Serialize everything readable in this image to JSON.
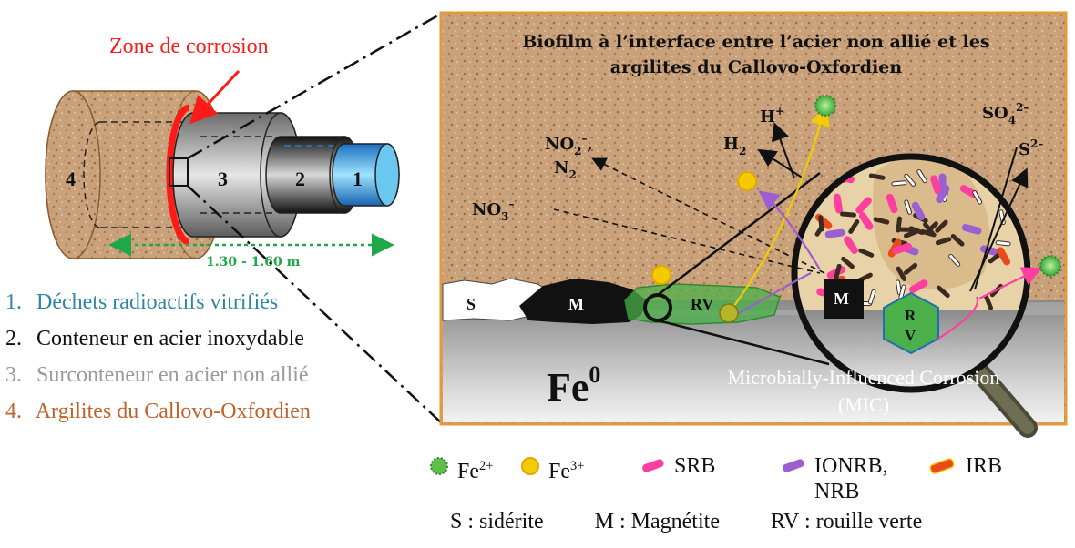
{
  "left_panel": {
    "zone_label": "Zone de corrosion",
    "distance_label": "1.30 - 1.60 m",
    "layers": [
      "1",
      "2",
      "3",
      "4"
    ],
    "legend": [
      {
        "num": "1.",
        "text": "Déchets radioactifs vitrifiés",
        "color": "#2e86a6"
      },
      {
        "num": "2.",
        "text": "Conteneur en acier inoxydable",
        "color": "#111111"
      },
      {
        "num": "3.",
        "text": "Surconteneur en acier non allié",
        "color": "#9a9a9a"
      },
      {
        "num": "4.",
        "text": "Argilites du Callovo-Oxfordien",
        "color": "#c0622a"
      }
    ]
  },
  "right_panel": {
    "title_line1": "Biofilm à l’interface entre l’acier non allié et les",
    "title_line2": "argilites du Callovo-Oxfordien",
    "species": {
      "no2": "NO",
      "no2_sub": "2",
      "no2_sup": "–",
      "no2_comma": ",",
      "n2": "N",
      "n2_sub": "2",
      "no3": "NO",
      "no3_sub": "3",
      "no3_sup": "–",
      "hplus": "H",
      "hplus_sup": "+",
      "h2": "H",
      "h2_sub": "2",
      "so4": "SO",
      "so4_sub": "4",
      "so4_sup": "2–",
      "s2": "S",
      "s2_sup": "2–"
    },
    "products": {
      "s": "S",
      "m": "M",
      "rv": "RV",
      "m_zoom": "M",
      "rv_zoom_r": "R",
      "rv_zoom_v": "V"
    },
    "fe0": "Fe",
    "fe0_sup": "0",
    "mic_line1": "Microbially-Influenced Corrosion",
    "mic_line2": "(MIC)"
  },
  "bottom_legend": {
    "fe2": {
      "base": "Fe",
      "sup": "2+"
    },
    "fe3": {
      "base": "Fe",
      "sup": "3+"
    },
    "srb": "SRB",
    "ionrb_line1": "IONRB,",
    "ionrb_line2": "NRB",
    "irb": "IRB",
    "abbr": [
      "S : sidérite",
      "M : Magnétite",
      "RV : rouille verte"
    ]
  },
  "colors": {
    "clay": "#c9a27a",
    "clay_border": "#e39a3c",
    "steel": "#9c9c9c",
    "fe2": "#5fbf4a",
    "fe3": "#f2cc00",
    "srb": "#ff3fa0",
    "ionrb": "#9b5fd0",
    "irb": "#e84a1c",
    "red": "#ff1a1a",
    "green": "#1ea84a"
  }
}
